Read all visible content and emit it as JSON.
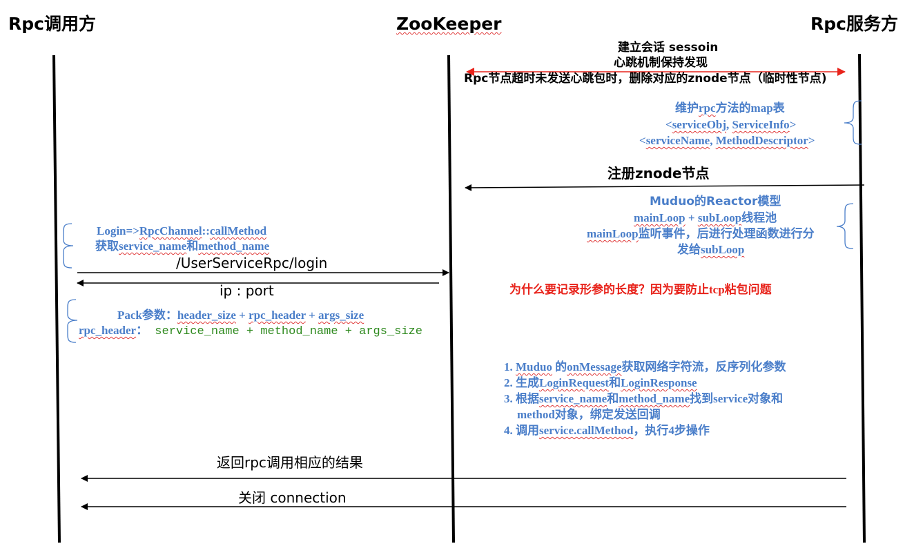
{
  "participants": {
    "caller": "Rpc调用方",
    "zookeeper": "ZooKeeper",
    "provider": "Rpc服务方"
  },
  "session": {
    "line1": "建立会话 sessoin",
    "line2": "心跳机制保持发现",
    "line3": "Rpc节点超时未发送心跳包时，删除对应的znode节点（临时性节点)"
  },
  "map_note": {
    "line1_prefix": "维护",
    "line1_rpc": "rpc",
    "line1_suffix": "方法的map表",
    "line2_open": "<",
    "line2_a": "serviceObj",
    "line2_sep": ", ",
    "line2_b": "ServiceInfo",
    "line2_close": ">",
    "line3_open": "<",
    "line3_a": "serviceName",
    "line3_sep": ", ",
    "line3_b": "MethodDescriptor",
    "line3_close": ">"
  },
  "register": "注册znode节点",
  "muduo_note": {
    "line1": "Muduo的Reactor模型",
    "line2_a": "mainLoop",
    "line2_plus": " + ",
    "line2_b": "subLoop",
    "line2_suffix": "线程池",
    "line3_a": "mainLoop",
    "line3_suffix": "监听事件，后进行处理函数进行分",
    "line4_prefix": "发给",
    "line4_a": "subLoop"
  },
  "login_note": {
    "line1_a": "Login=>",
    "line1_b": "RpcChannel",
    "line1_c": "::",
    "line1_d": "callMethod",
    "line2_prefix": "获取",
    "line2_a": "service_name",
    "line2_mid": "和",
    "line2_b": "method_name"
  },
  "query": "/UserServiceRpc/login",
  "reply": "ip : port",
  "question": "为什么要记录形参的长度？因为要防止tcp粘包问题",
  "pack_note": {
    "line1_a": "Pack参数：",
    "line1_b": "header_size",
    "line1_p1": " + ",
    "line1_c": "rpc_header",
    "line1_p2": " + ",
    "line1_d": "args_size",
    "line2_a": "rpc_header",
    "line2_colon": "：",
    "line2_code": " service_name + method_name + args_size"
  },
  "steps": {
    "s1_num": "1. ",
    "s1_a": "Muduo",
    "s1_mid": " 的",
    "s1_b": "onMessage",
    "s1_suffix": "获取网络字符流，反序列化参数",
    "s2_num": "2. 生成",
    "s2_a": "LoginRequest",
    "s2_mid": "和",
    "s2_b": "LoginResponse",
    "s3_num": "3. 根据",
    "s3_a": "service_name",
    "s3_mid": "和",
    "s3_b": "method_name",
    "s3_suffix": "找到service对象和",
    "s3_cont": "method对象，绑定发送回调",
    "s4_num": "4. 调用",
    "s4_a": "service.callMethod",
    "s4_suffix": "，执行4步操作"
  },
  "result": "返回rpc调用相应的结果",
  "close": "关闭 connection"
}
